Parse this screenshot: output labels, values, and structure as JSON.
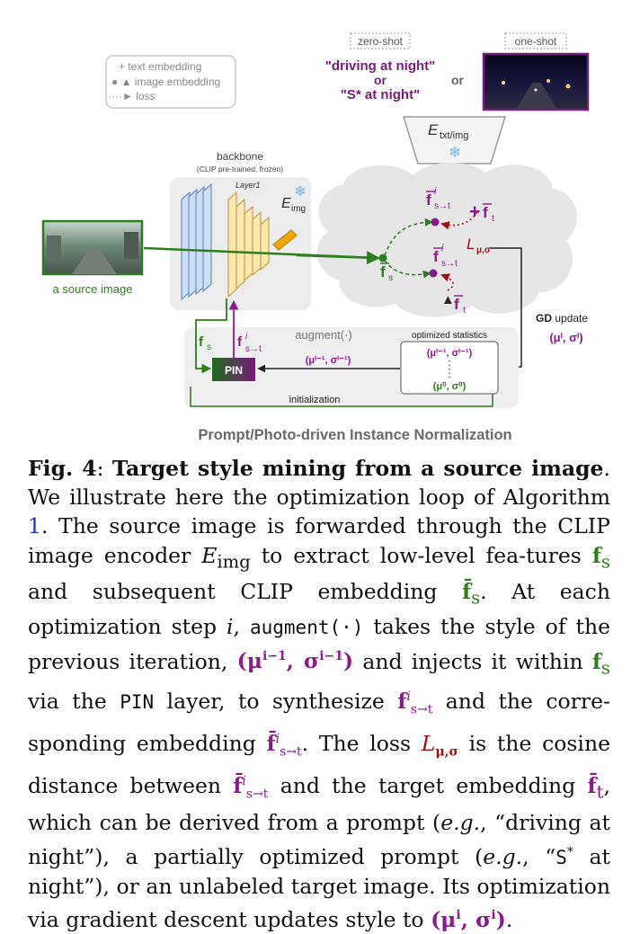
{
  "legend": {
    "items": [
      "+ text embedding",
      "● ▲ image embedding",
      "····► loss"
    ]
  },
  "prompts": {
    "zero_shot_tag": "zero-shot",
    "one_shot_tag": "one-shot",
    "prompt1": "\"driving at night\"",
    "or1": "or",
    "prompt2": "\"S* at night\"",
    "or2": "or"
  },
  "encoder": {
    "label": "E",
    "sub": "txt/img",
    "snowflake": "❄"
  },
  "backbone": {
    "title": "backbone",
    "subtitle": "(CLIP pre-trained, frozen)",
    "layer_label": "Layer1",
    "eimg_label": "E",
    "eimg_sub": "img"
  },
  "source": {
    "label": "a source image"
  },
  "embeddings": {
    "f": "f",
    "s_to_t": "s→t",
    "i": "i",
    "s": "s",
    "t": "t",
    "loss": "L",
    "loss_sub": "μ,σ",
    "plus": "+",
    "triangle": "▲"
  },
  "gd": {
    "bold": "GD",
    "rest": "update",
    "stats": "(μ",
    "stats_full": "(μⁱ, σⁱ)"
  },
  "pin_loop": {
    "fs": "f",
    "fs_sub": "s",
    "augment": "augment(·)",
    "pin": "PIN",
    "stats_arrow": "(μⁱ⁻¹, σⁱ⁻¹)",
    "optimized_title": "optimized statistics",
    "opt_top": "(μⁱ⁻¹, σⁱ⁻¹)",
    "opt_bottom": "(μ⁰, σ⁰)",
    "initialization": "initialization"
  },
  "figure_title": "Prompt/Photo-driven Instance Normalization",
  "caption": {
    "fig_label": "Fig. 4",
    "colon": ":",
    "title": "Target style mining from a source image",
    "t1": ". We illustrate here the optimization loop of Algorithm ",
    "alg_ref": "1",
    "t2": ". The source image is forwarded through the CLIP image encoder ",
    "eimg": "E",
    "eimg_sub": "img",
    "t3": " to extract low-level fea-tures ",
    "fs": "f",
    "fs_sub": "s",
    "t4": " and subsequent CLIP embedding ",
    "fbar_s": "f̄",
    "fbar_s_sub": "s",
    "t5": ". At each optimization step ",
    "i1": "i",
    "t6": ", ",
    "augment": "augment(·)",
    "t7": " takes the style of the previous iteration, ",
    "prev_stats": "(μ",
    "prev_stats_sup": "i−1",
    "prev_stats_mid": ", σ",
    "prev_stats_sup2": "i−1",
    "prev_stats_end": ")",
    "t8": " and injects it within ",
    "fs2": "f",
    "fs2_sub": "s",
    "t9": " via the ",
    "pin": "PIN",
    "t10": " layer, to synthesize ",
    "fst": "f",
    "fst_sup": "i",
    "fst_sub": "s→t",
    "t11": " and the corre-sponding embedding ",
    "fbar_st": "f̄",
    "fbar_st_sup": "i",
    "fbar_st_sub": "s→t",
    "t12": ". The loss ",
    "loss": "L",
    "loss_sub": "μ,σ",
    "t13": " is the cosine distance between ",
    "fbar_st2": "f̄",
    "fbar_st2_sup": "i",
    "fbar_st2_sub": "s→t",
    "t14": " and the target embedding ",
    "fbar_t": "f̄",
    "fbar_t_sub": "t",
    "t15": ", which can be derived from a prompt (",
    "eg1": "e.g.",
    "t16": ", “driving at night”), a partially optimized prompt (",
    "eg2": "e.g.",
    "t17": ", “",
    "sstar": "S",
    "sstar_sup": "*",
    "t18": " at night”), or an unlabeled target image. Its optimization via gradient descent updates style to ",
    "new_stats": "(μ",
    "new_stats_sup": "i",
    "new_stats_mid": ", σ",
    "new_stats_sup2": "i",
    "new_stats_end": ")",
    "t19": "."
  }
}
